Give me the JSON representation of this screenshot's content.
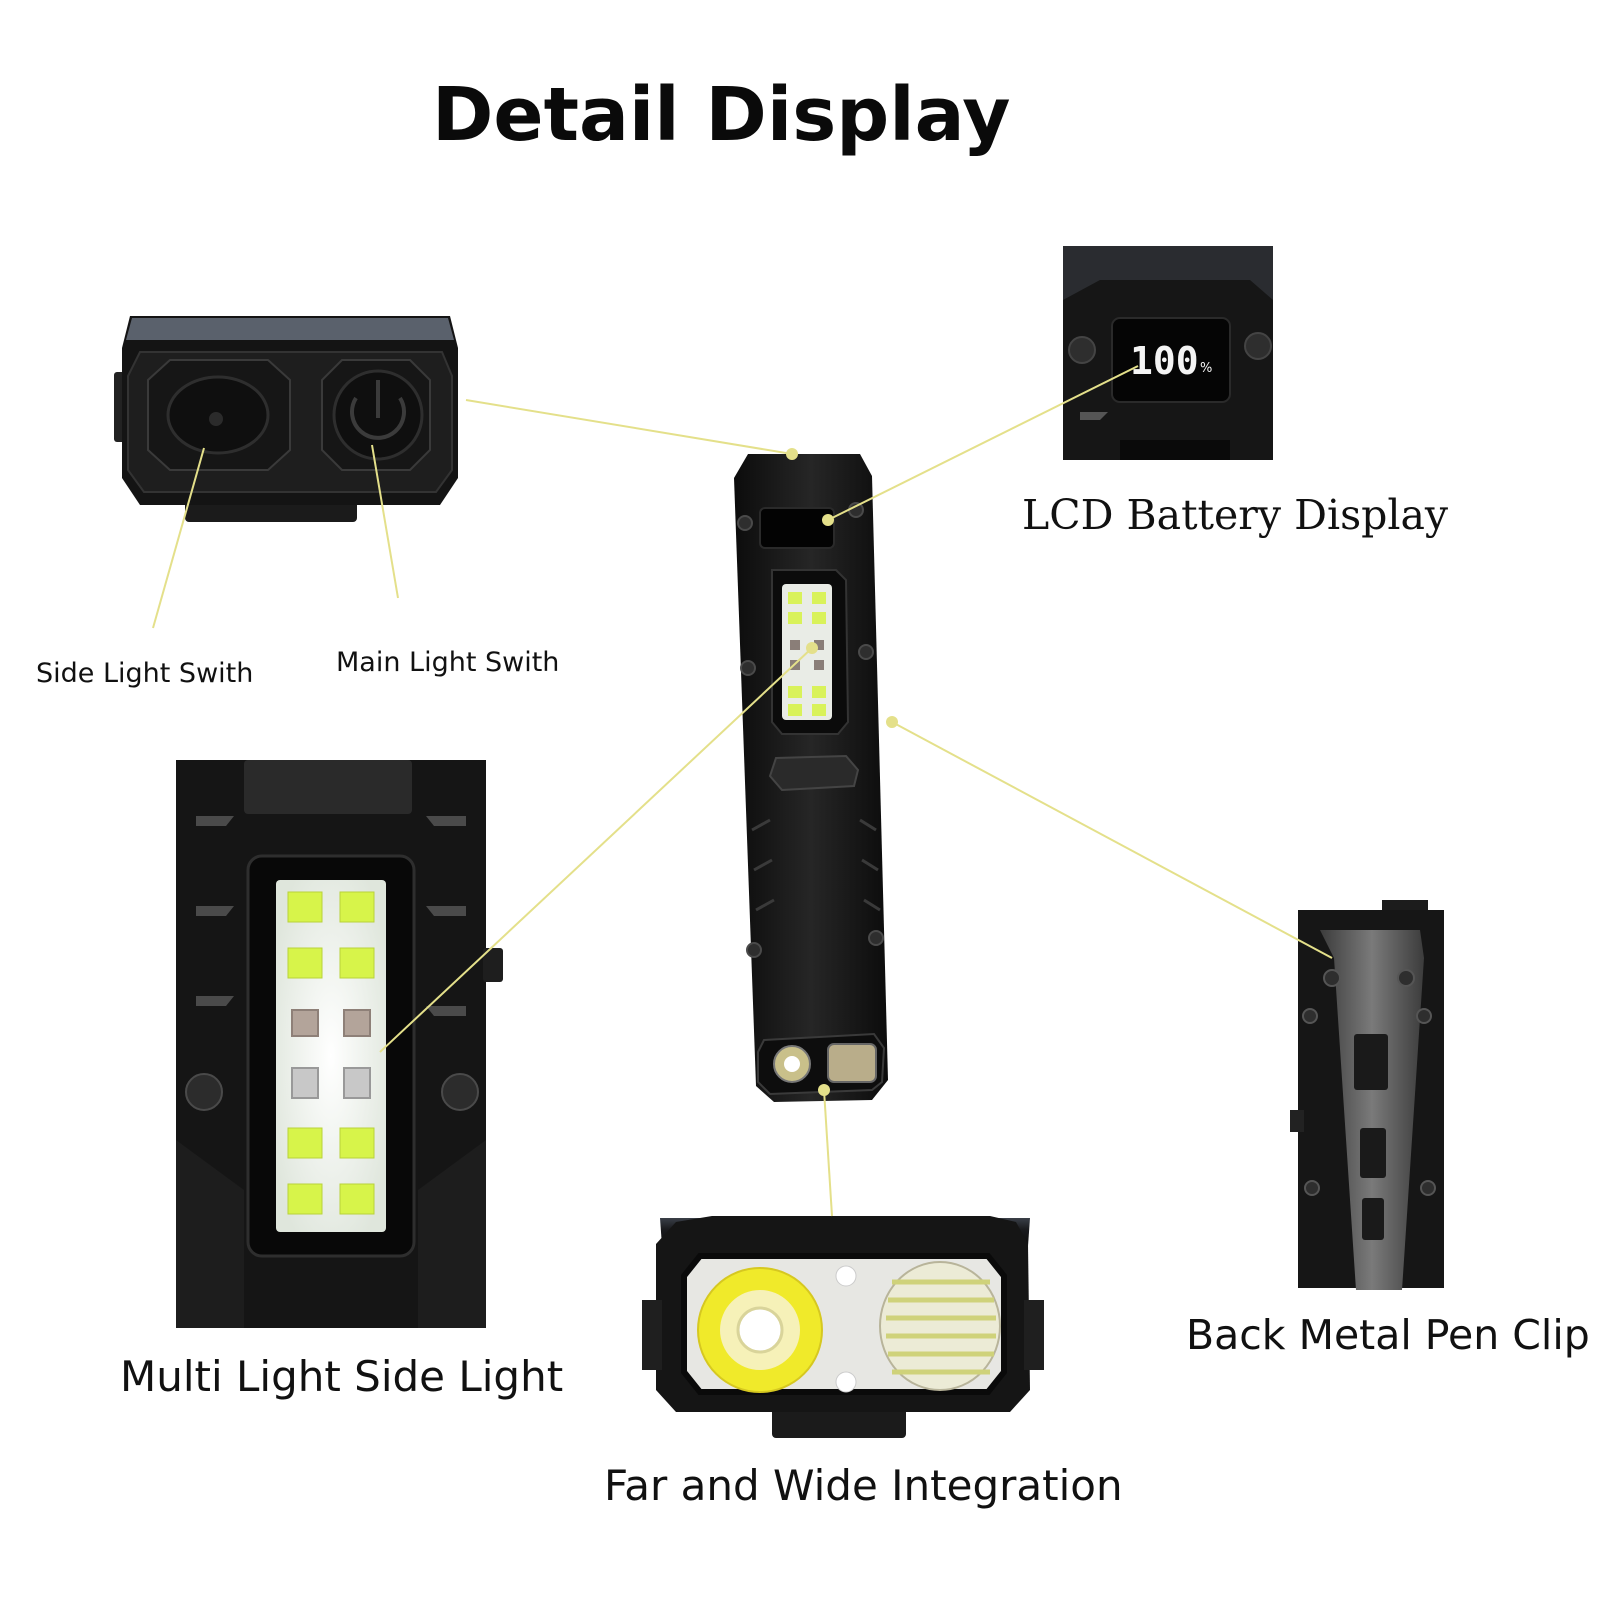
{
  "heading": "Detail Display",
  "callouts": {
    "side_switch": "Side Light Swith",
    "main_switch": "Main Light Swith",
    "lcd": "LCD Battery Display",
    "side_light": "Multi Light Side Light",
    "pen_clip": "Back Metal Pen Clip",
    "integration": "Far and Wide Integration"
  },
  "battery_readout": "100",
  "battery_unit": "%",
  "colors": {
    "leader_line": "#e4e08a",
    "body_dark": "#161616",
    "led_white": "#f2f4f0",
    "led_green": "#d8f550",
    "ring_yellow": "#f0ea2a"
  }
}
